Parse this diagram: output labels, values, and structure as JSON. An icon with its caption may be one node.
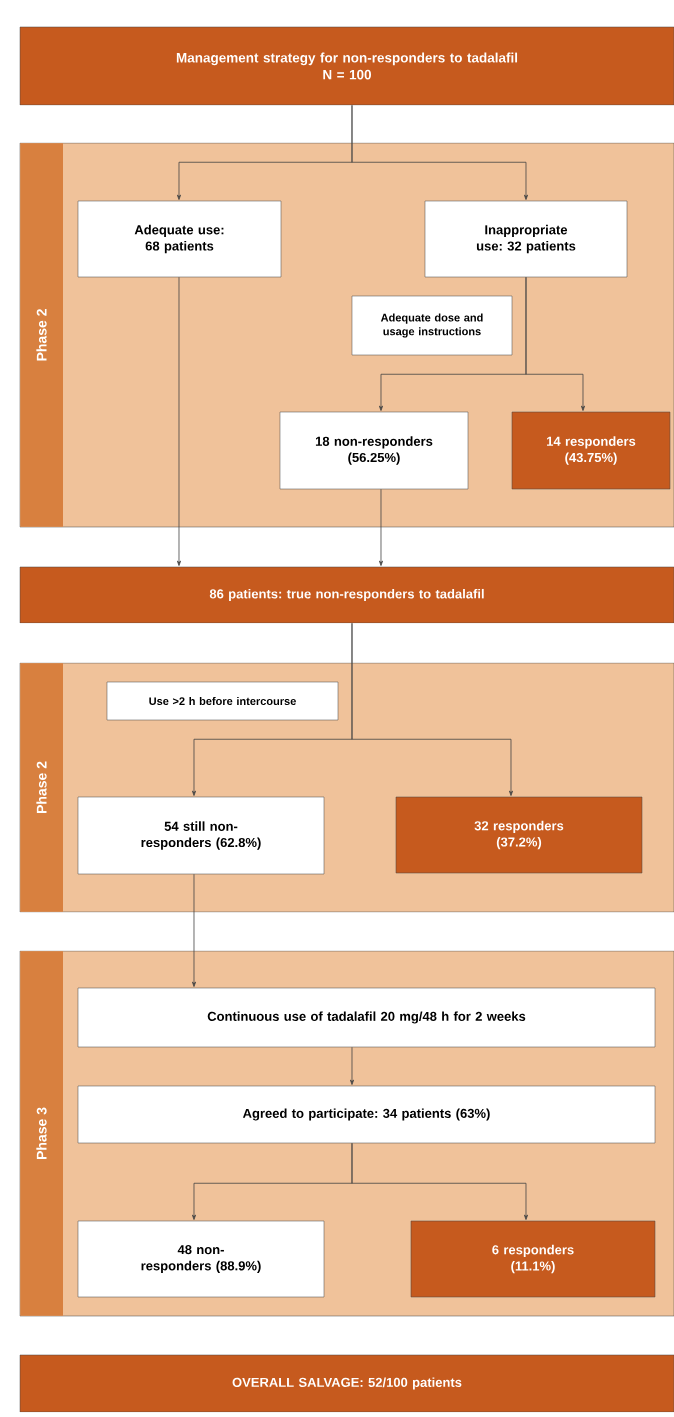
{
  "diagram": {
    "nodes": [
      {
        "text": [
          "Management strategy for non-responders to tadalafil",
          "N = 100"
        ]
      },
      {
        "text": [
          "Phase 2"
        ]
      },
      {
        "text": [
          "Adequate use: 68 patients"
        ],
        "in": 1
      },
      {
        "text": [
          "Inappropriate use: 32 patients"
        ],
        "in": 1
      },
      {
        "text": [
          "Adequate dose and usage instructions"
        ],
        "in": 1
      },
      {
        "text": [
          "18 non-responders (56.25%)"
        ],
        "in": 1
      },
      {
        "text": [
          "14 responders (43.75%)"
        ],
        "in": 1
      },
      {
        "text": [
          "86 patients: true non-responders to tadalafil"
        ]
      },
      {
        "text": [
          "Phase 2"
        ]
      },
      {
        "text": [
          "Use >2 h before intercourse"
        ],
        "in": 8
      },
      {
        "text": [
          "54 still non-responders (62.8%)"
        ],
        "in": 8
      },
      {
        "text": [
          "32 responders (37.2%)"
        ],
        "in": 8
      },
      {
        "text": [
          "Phase 3"
        ]
      },
      {
        "text": [
          "Continuous use of tadalafil 20 mg/48 h for 2 weeks"
        ],
        "in": 12
      },
      {
        "text": [
          "Agreed to participate: 34 patients (63%)"
        ],
        "in": 12
      },
      {
        "text": [
          "48 non-responders (88.9%)"
        ],
        "in": 12
      },
      {
        "text": [
          "6 responders (11.1%)"
        ],
        "in": 12
      },
      {
        "text": [
          "OVERALL SALVAGE: 52/100 patients"
        ]
      }
    ],
    "edges": [
      {
        "from": 0,
        "to": 2,
        "arrow": "to"
      },
      {
        "from": 0,
        "to": 3,
        "arrow": "to"
      },
      {
        "from": 2,
        "to": 7,
        "arrow": "to"
      },
      {
        "from": 3,
        "to": 5,
        "arrow": "to"
      },
      {
        "from": 3,
        "to": 6,
        "arrow": "to"
      },
      {
        "from": 5,
        "to": 7,
        "arrow": "to"
      },
      {
        "from": 7,
        "to": 10,
        "arrow": "to"
      },
      {
        "from": 7,
        "to": 11,
        "arrow": "to"
      },
      {
        "from": 10,
        "to": 13,
        "arrow": "to"
      },
      {
        "from": 13,
        "to": 14,
        "arrow": "to"
      },
      {
        "from": 14,
        "to": 15,
        "arrow": "to"
      },
      {
        "from": 14,
        "to": 16,
        "arrow": "to"
      }
    ]
  }
}
